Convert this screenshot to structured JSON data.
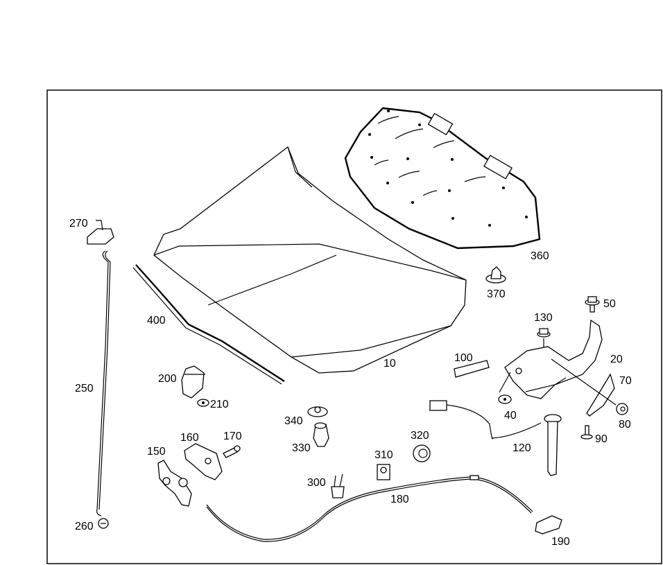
{
  "diagram": {
    "title": "Hood / bonnet assembly exploded parts diagram",
    "parts": [
      {
        "id": "p10",
        "label": "10",
        "name": "hood-panel"
      },
      {
        "id": "p20",
        "label": "20",
        "name": "hood-hinge"
      },
      {
        "id": "p40",
        "label": "40",
        "name": "washer"
      },
      {
        "id": "p50",
        "label": "50",
        "name": "hinge-bolt"
      },
      {
        "id": "p70",
        "label": "70",
        "name": "hinge-cover"
      },
      {
        "id": "p80",
        "label": "80",
        "name": "nut"
      },
      {
        "id": "p90",
        "label": "90",
        "name": "bolt"
      },
      {
        "id": "p100",
        "label": "100",
        "name": "seal-strip"
      },
      {
        "id": "p120",
        "label": "120",
        "name": "gas-strut-with-wiring"
      },
      {
        "id": "p130",
        "label": "130",
        "name": "hinge-nut"
      },
      {
        "id": "p150",
        "label": "150",
        "name": "hood-lock"
      },
      {
        "id": "p160",
        "label": "160",
        "name": "lock-bracket"
      },
      {
        "id": "p170",
        "label": "170",
        "name": "lock-bolt"
      },
      {
        "id": "p180",
        "label": "180",
        "name": "release-cable"
      },
      {
        "id": "p190",
        "label": "190",
        "name": "release-handle"
      },
      {
        "id": "p200",
        "label": "200",
        "name": "striker-bracket"
      },
      {
        "id": "p210",
        "label": "210",
        "name": "striker-nut"
      },
      {
        "id": "p250",
        "label": "250",
        "name": "prop-rod"
      },
      {
        "id": "p260",
        "label": "260",
        "name": "prop-rod-grommet"
      },
      {
        "id": "p270",
        "label": "270",
        "name": "prop-rod-holder"
      },
      {
        "id": "p300",
        "label": "300",
        "name": "cable-clip"
      },
      {
        "id": "p310",
        "label": "310",
        "name": "cable-holder"
      },
      {
        "id": "p320",
        "label": "320",
        "name": "cable-clamp"
      },
      {
        "id": "p330",
        "label": "330",
        "name": "buffer"
      },
      {
        "id": "p340",
        "label": "340",
        "name": "buffer-washer"
      },
      {
        "id": "p360",
        "label": "360",
        "name": "hood-insulation-mat"
      },
      {
        "id": "p370",
        "label": "370",
        "name": "insulation-clip"
      },
      {
        "id": "p400",
        "label": "400",
        "name": "hood-seal"
      }
    ]
  }
}
